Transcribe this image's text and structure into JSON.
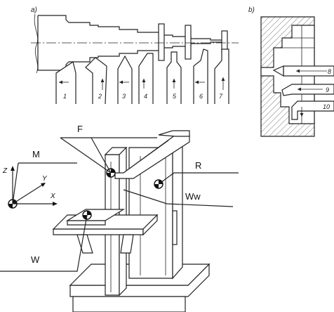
{
  "panel_a": {
    "label": "a)",
    "tools": [
      "1",
      "2",
      "3",
      "4",
      "5",
      "6",
      "7"
    ]
  },
  "panel_b": {
    "label": "b)",
    "tools": [
      "8",
      "9",
      "10"
    ]
  },
  "machine": {
    "axes": {
      "z": "Z",
      "y": "Y",
      "x": "X"
    },
    "points": {
      "F": "F",
      "M": "M",
      "R": "R",
      "Ww": "Ww",
      "W": "W"
    }
  }
}
